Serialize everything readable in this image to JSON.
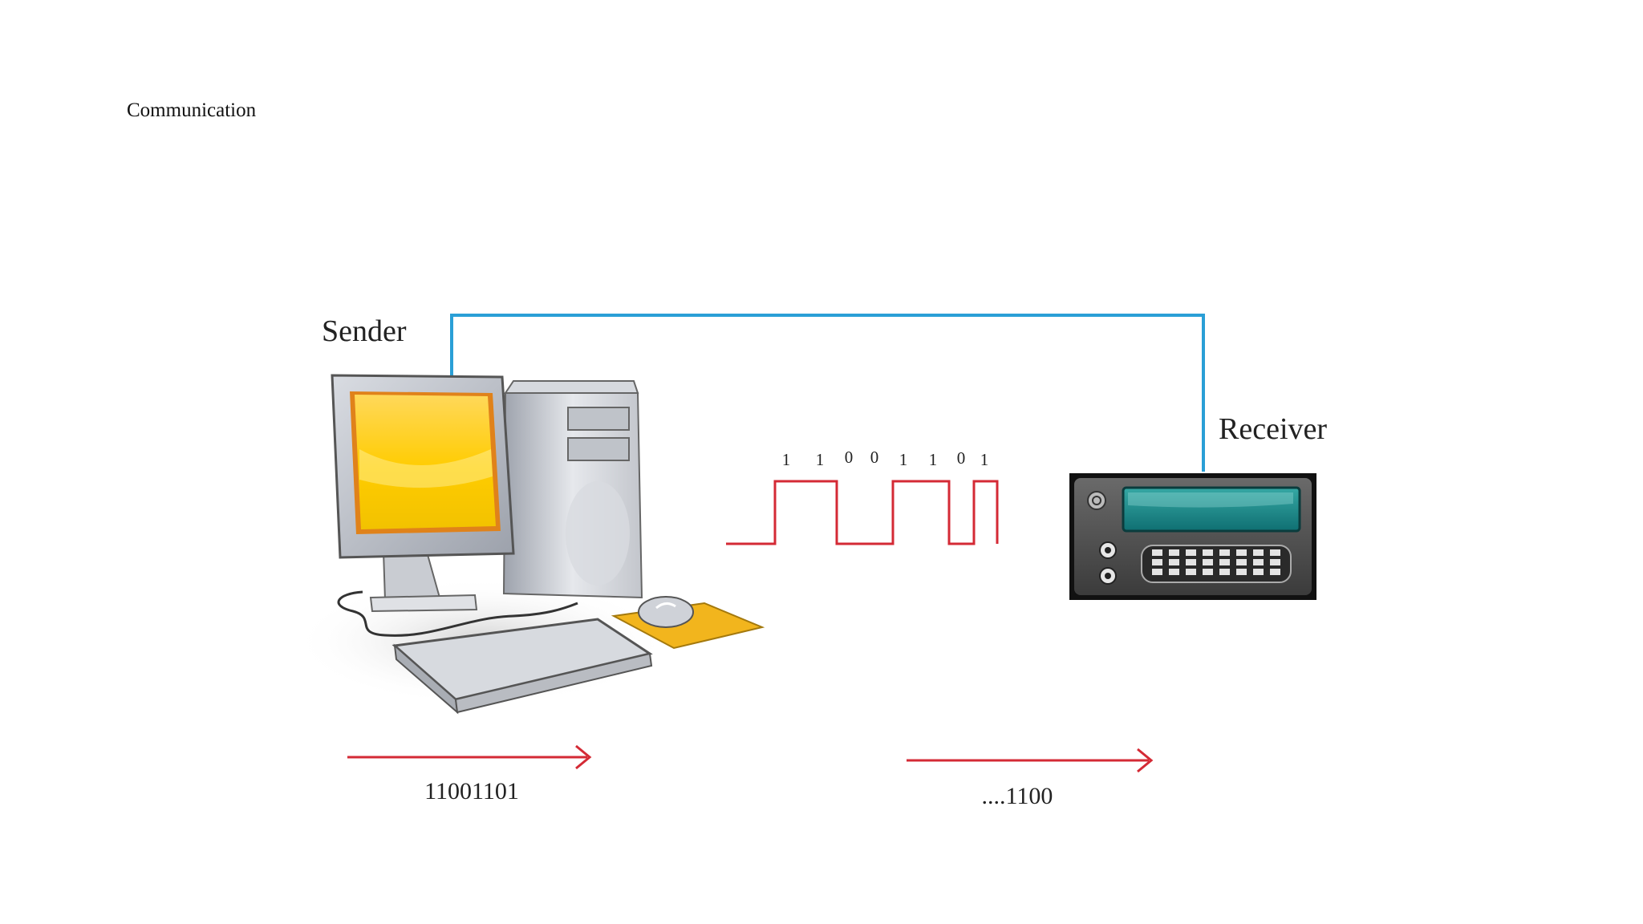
{
  "heading": "Communication",
  "sender_label": "Sender",
  "receiver_label": "Receiver",
  "signal_bits": [
    "1",
    "1",
    "0",
    "0",
    "1",
    "1",
    "0",
    "1"
  ],
  "sent_bits": "11001101",
  "received_bits": "....1100",
  "colors": {
    "link_line": "#2a9fd6",
    "signal": "#d42a35",
    "arrow": "#d42a35"
  },
  "icons": {
    "sender": "desktop-computer-icon",
    "receiver": "receiver-device-icon"
  }
}
